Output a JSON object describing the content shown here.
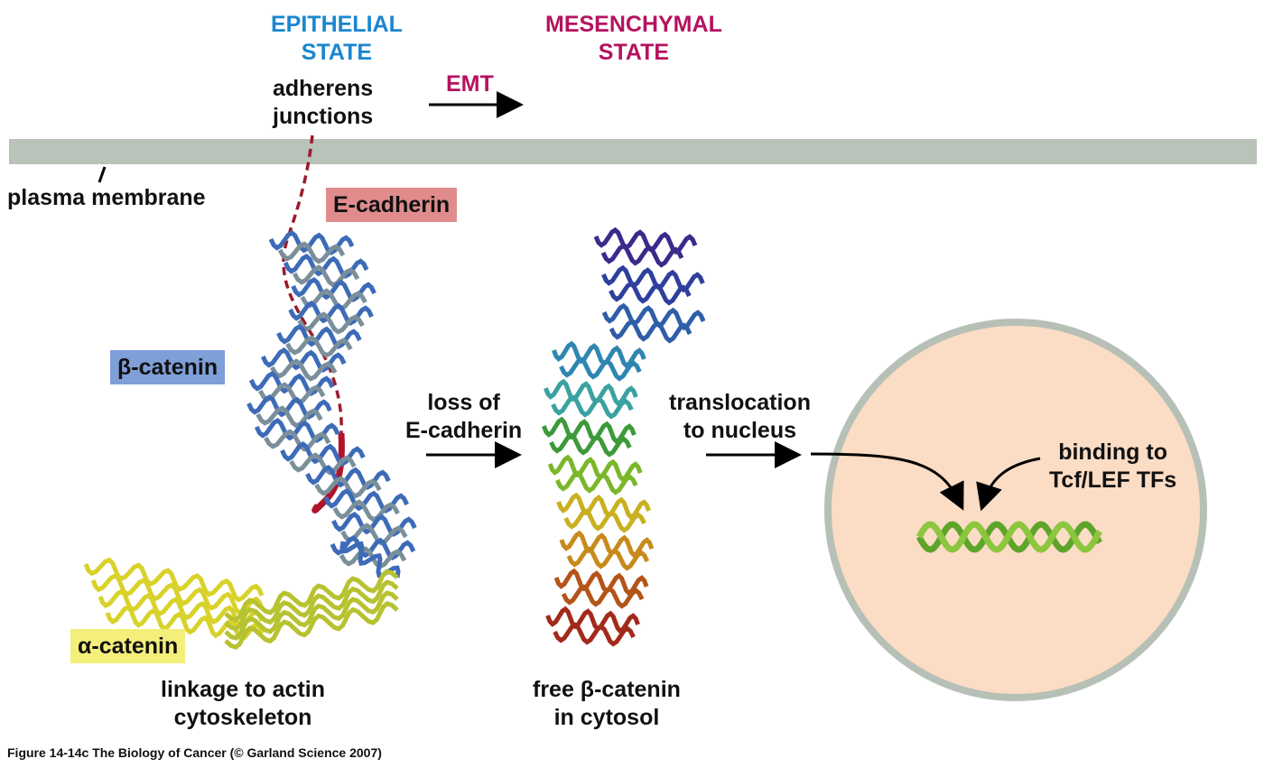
{
  "labels": {
    "epithelial": [
      "EPITHELIAL",
      "STATE"
    ],
    "mesenchymal": [
      "MESENCHYMAL",
      "STATE"
    ],
    "emt": "EMT",
    "adherens": [
      "adherens",
      "junctions"
    ],
    "plasma_membrane": "plasma membrane",
    "e_cadherin": "E-cadherin",
    "beta_catenin": "β-catenin",
    "alpha_catenin": "α-catenin",
    "loss_of": [
      "loss of",
      "E-cadherin"
    ],
    "translocation": [
      "translocation",
      "to nucleus"
    ],
    "binding": [
      "binding to",
      "Tcf/LEF TFs"
    ],
    "linkage": [
      "linkage to actin",
      "cytoskeleton"
    ],
    "free": [
      "free β-catenin",
      "in cytosol"
    ]
  },
  "caption": "Figure 14-14c  The Biology of Cancer (© Garland Science 2007)",
  "colors": {
    "epithelial": "#1a86cf",
    "mesenchymal": "#b5125f",
    "membrane": "#b9c3b9",
    "e_cadherin_box": "#e08c8c",
    "beta_catenin_box": "#7f9fd8",
    "alpha_catenin_box": "#f4ee7a",
    "nucleus_fill": "#fbdcc4",
    "nucleus_border": "#b7c0b6",
    "dna": "#6db32c"
  }
}
